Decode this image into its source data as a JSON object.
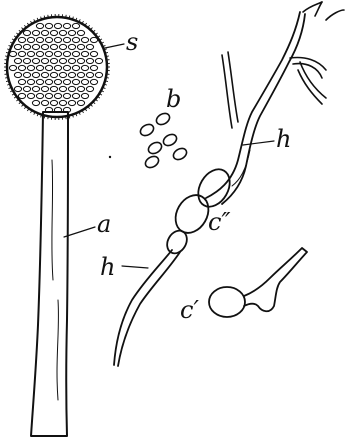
{
  "labels": {
    "s": "s",
    "b": "b",
    "a": "a",
    "h_upper": "h",
    "h_lower": "h",
    "c_double_prime": "c″",
    "c_prime": "c′"
  }
}
